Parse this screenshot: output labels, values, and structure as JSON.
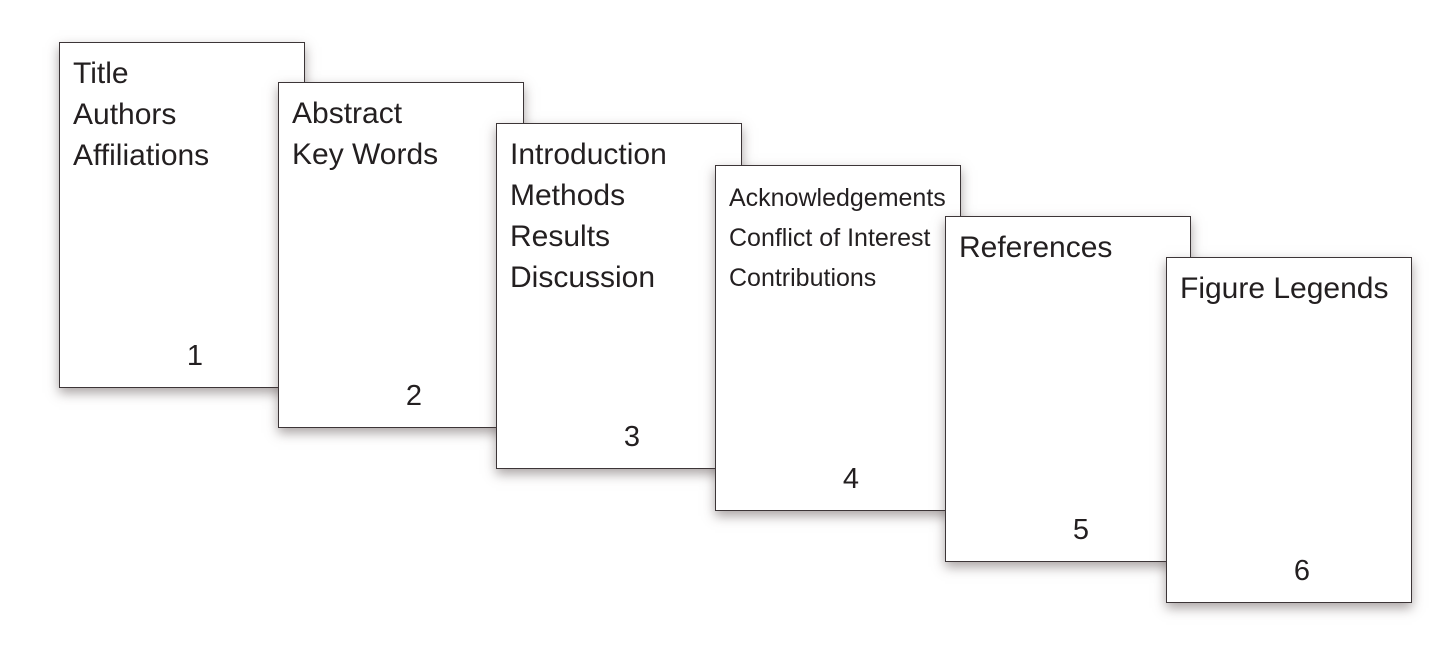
{
  "diagram": {
    "description_type": "manuscript-page-order",
    "colors": {
      "background": "#ffffff",
      "page_fill": "#ffffff",
      "page_border": "#3c3537",
      "text": "#231f20"
    },
    "pages": [
      {
        "number": "1",
        "lines": [
          "Title",
          "Authors",
          "Affiliations"
        ]
      },
      {
        "number": "2",
        "lines": [
          "Abstract",
          "Key Words"
        ]
      },
      {
        "number": "3",
        "lines": [
          "Introduction",
          "Methods",
          "Results",
          "Discussion"
        ]
      },
      {
        "number": "4",
        "lines": [
          "Acknowledgements",
          "Conflict of Interest",
          "Contributions"
        ]
      },
      {
        "number": "5",
        "lines": [
          "References"
        ]
      },
      {
        "number": "6",
        "lines": [
          "Figure Legends"
        ]
      }
    ]
  }
}
